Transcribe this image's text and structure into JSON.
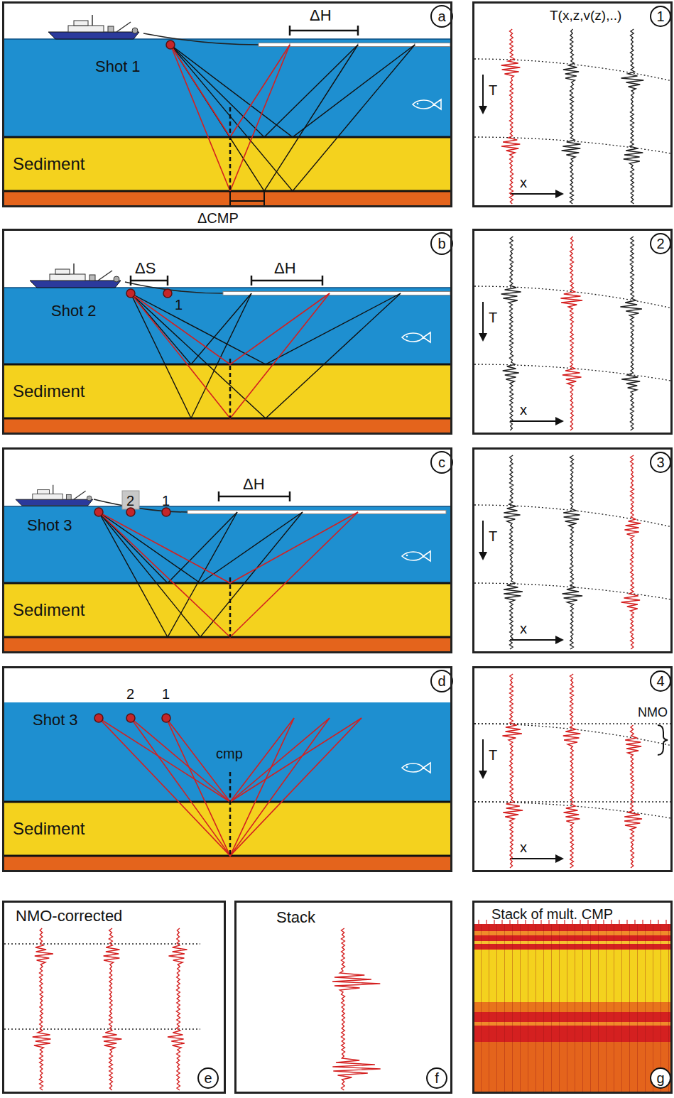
{
  "diagram": {
    "nodes": [
      {
        "text": [
          "a",
          "Shot 1",
          "ΔH",
          "Sediment"
        ]
      },
      {
        "text": [
          "1",
          "T(x,z,v(z),..)",
          "T",
          "x"
        ]
      },
      {
        "text": [
          "b",
          "Shot 2",
          "1",
          "ΔS",
          "ΔH",
          "Sediment"
        ]
      },
      {
        "text": [
          "2",
          "T",
          "x"
        ]
      },
      {
        "text": [
          "c",
          "Shot 3",
          "2",
          "1",
          "ΔH",
          "Sediment"
        ]
      },
      {
        "text": [
          "3",
          "T",
          "x"
        ]
      },
      {
        "text": [
          "d",
          "Shot 3",
          "2",
          "1",
          "cmp",
          "Sediment"
        ]
      },
      {
        "text": [
          "4",
          "NMO",
          "T",
          "x"
        ]
      },
      {
        "text": [
          "NMO-corrected",
          "e"
        ]
      },
      {
        "text": [
          "Stack",
          "f"
        ]
      },
      {
        "text": [
          "Stack of mult. CMP",
          "g"
        ]
      }
    ],
    "labels": [
      "ΔCMP"
    ]
  }
}
